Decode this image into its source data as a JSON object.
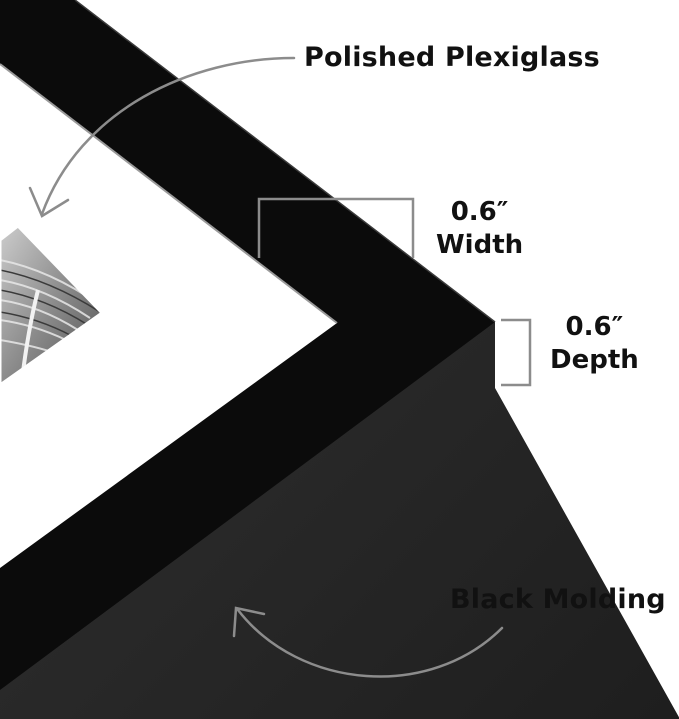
{
  "labels": {
    "plexiglass": "Polished Plexiglass",
    "width_value": "0.6″",
    "width_label": "Width",
    "depth_value": "0.6″",
    "depth_label": "Depth",
    "molding": "Black Molding"
  },
  "colors": {
    "background": "#ffffff",
    "frame_face": "#0b0b0b",
    "frame_side": "#2a2a2a",
    "mat": "#ffffff",
    "text": "#111111",
    "callout_line": "#8c8c8c"
  },
  "icons": [
    "curved-arrow-icon",
    "dimension-bracket-icon"
  ]
}
